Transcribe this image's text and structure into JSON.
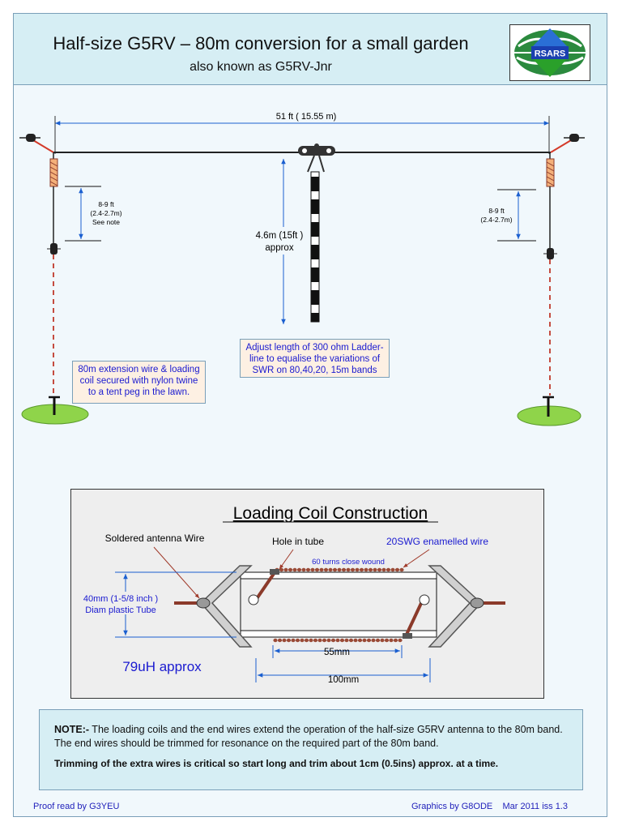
{
  "header": {
    "title": "Half-size G5RV – 80m conversion for a small garden",
    "subtitle": "also known as G5RV-Jnr",
    "logo_text": "RSARS"
  },
  "antenna": {
    "span_label": "51 ft ( 15.55 m)",
    "left_dim_line1": "8-9 ft",
    "left_dim_line2": "(2.4-2.7m)",
    "left_dim_line3": "See note",
    "right_dim_line1": "8-9 ft",
    "right_dim_line2": "(2.4-2.7m)",
    "feeder_len_line1": "4.6m (15ft )",
    "feeder_len_line2": "approx",
    "ladder_note": "Adjust length of 300 ohm Ladder-line to equalise the variations of SWR on  80,40,20, 15m bands",
    "extension_note": "80m extension wire & loading coil  secured with nylon twine to a tent peg in the lawn."
  },
  "coil": {
    "title": "Loading Coil Construction",
    "soldered_label": "Soldered antenna Wire",
    "hole_label": "Hole in tube",
    "enamelled_label": "20SWG enamelled wire",
    "turns_label": "60 turns close wound",
    "diam_line1": "40mm (1-5/8 inch )",
    "diam_line2": "Diam plastic Tube",
    "inductance": "79uH approx",
    "dim_inner": "55mm",
    "dim_outer": "100mm"
  },
  "note": {
    "lead": "NOTE:-",
    "body": " The loading coils and the end wires extend the operation of the half-size G5RV antenna to the 80m band.  The end wires should be trimmed for resonance on the required part of the 80m band.",
    "critical": "Trimming of the extra wires is critical so start long and trim about 1cm (0.5ins) approx. at a time."
  },
  "footer": {
    "left": "Proof read by G3YEU",
    "right": "Graphics by G8ODE    Mar 2011 iss 1.3"
  },
  "colors": {
    "header_bg": "#d6eef4",
    "page_bg": "#f1f8fc",
    "annotation_blue": "#1a1ad0",
    "wire_brown": "#8b3a2a",
    "lawn_green": "#8fd44a"
  }
}
